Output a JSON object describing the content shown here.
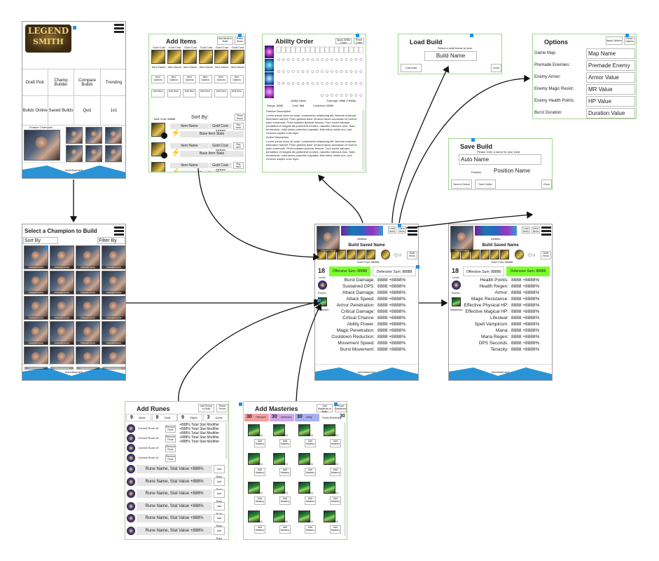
{
  "logo": {
    "line1": "LEGEND",
    "line2": "SMITH"
  },
  "home": {
    "menu": [
      "Draft Pick",
      "Champ Builder",
      "Compare Builds",
      "Trending",
      "Builds Online",
      "Saved Builds",
      "Quiz",
      "1v1"
    ],
    "featured": "Feature Champion",
    "ad": "Advertisement"
  },
  "select_champion": {
    "title": "Select a Champion to Build",
    "sort": "Sort By",
    "filter": "Filter By",
    "champ_label": "Championname",
    "ad": "Advertisement"
  },
  "add_items": {
    "title": "Add Items",
    "add_btn": "Add Items to Build",
    "reset": "Reset Items",
    "gold_cost_label": "Gold Cost",
    "item_label": "Item Name",
    "item_options": "Item Options",
    "add_item_label": "Add Item",
    "total_gold": "Total Gold: 88888",
    "sort_by": "Sort By:",
    "item_name": "Item Name",
    "gold_cost": "Gold Cost: 88888",
    "buy": "Buy Item",
    "base_stats": "Base Item Stats",
    "show_items": "Show Items"
  },
  "ability_order": {
    "title": "Ability Order",
    "apply": "Apply Ability Order",
    "reset": "Reset Order",
    "ability_name": "Ability Name",
    "damage": "Damage: 8888 (+8888)",
    "range": "Range: 8888",
    "cost": "Cost: 888",
    "cooldown": "Cooldown: 8888",
    "passive": "Passive Description",
    "lorem": "Lorem ipsum dolor sit amet, consectetur adipiscing elit. Aenean euismod bibendum laoreet. Proin gravida dolor sit amet lacus accumsan et viverra justo commodo. Proin sodales pulvinar tempor. Cum sociis natoque penatibus et magnis dis parturient montes, nascetur ridiculus mus. Nam fermentum, nulla luctus pharetra vulputate, felis tellus mollis orci, sed rhoncus sapien nunc eget.",
    "active": "Active Description"
  },
  "load_build": {
    "title": "Load Build",
    "hint": "Select a build below to load",
    "value": "Build Name",
    "load": "Load Build",
    "close": "Close"
  },
  "options": {
    "title": "Options",
    "apply": "Apply Options",
    "reset": "Reset Options",
    "rows": [
      {
        "label": "Game Map:",
        "value": "Map Name"
      },
      {
        "label": "Premade Enemies:",
        "value": "Premade Enemy"
      },
      {
        "label": "Enemy Armor:",
        "value": "Armor Value"
      },
      {
        "label": "Enemy Magic Resist:",
        "value": "MR Value"
      },
      {
        "label": "Enemy Health Points:",
        "value": "HP Value"
      },
      {
        "label": "Burst Duration:",
        "value": "Duration Value"
      }
    ]
  },
  "save_build": {
    "title": "Save Build",
    "hint": "Please enter a name for your build",
    "name": "Auto Name",
    "pos_label": "Position",
    "pos_value": "Position Name",
    "save_device": "Save to Device",
    "save_online": "Save Online",
    "close": "Close"
  },
  "builder": {
    "champion": "ChampionName",
    "abilities": "Abilities",
    "load": "Load Build",
    "save": "Save Build",
    "build_name": "Build Saved Name",
    "gold": "Gold Cost: 88888",
    "build_items": "Build Items",
    "level": "18",
    "level_label": "Level",
    "offensive": "Offensive Sum: 88888",
    "defensive": "Defensive Sum: 88888",
    "runes": "Runes",
    "masteries": "Masteries",
    "ad": "Advertisement",
    "off_stats": [
      "Burst Damage:",
      "Sustained DPS:",
      "Attack Damage:",
      "Attack Speed:",
      "Armor Penetration:",
      "Critical Damage:",
      "Critical Chance:",
      "Ability Power:",
      "Magic Penetration:",
      "Cooldown Reduction:",
      "Movement Speed:",
      "Burst Movement:"
    ],
    "def_stats": [
      "Health Points:",
      "Health Regen:",
      "Armor:",
      "Magic Resistance:",
      "Effective Physical HP:",
      "Effective Magical HP:",
      "Lifesteal:",
      "Spell Vampirism:",
      "Mana:",
      "Mana Regen:",
      "DPS Seconds:",
      "Tenacity:"
    ],
    "stat_value": "8888 +8888%"
  },
  "add_runes": {
    "title": "Add Runes",
    "add": "Add Runes to Build",
    "reset": "Reset Runes",
    "tabs": [
      {
        "n": "9",
        "l": "Marks"
      },
      {
        "n": "9",
        "l": "Seals"
      },
      {
        "n": "9",
        "l": "Glyphs"
      },
      {
        "n": "3",
        "l": "Quints"
      }
    ],
    "current": [
      "Current Rune x9",
      "Current Rune x9",
      "Current Rune x9",
      "Current Rune x3"
    ],
    "remove": "Remove Rune",
    "modifier": "+888% Total Stat Modifier",
    "rune_row": "Rune Name, Stat Value +888%",
    "add_rune": "Add Rune"
  },
  "add_masteries": {
    "title": "Add Masteries",
    "add": "Add Masteries to Build",
    "reset": "Reset Masteries",
    "tabs": [
      {
        "n": "30",
        "l": "Offensive",
        "c": "#f0a0a0"
      },
      {
        "n": "30",
        "l": "Defensive",
        "c": "#d0a8e8"
      },
      {
        "n": "30",
        "l": "Utility",
        "c": "#a8b0f0"
      }
    ],
    "points": "Points Remaining",
    "points_n": "30",
    "rank": "0/4",
    "add_mastery": "Add Mastery"
  }
}
